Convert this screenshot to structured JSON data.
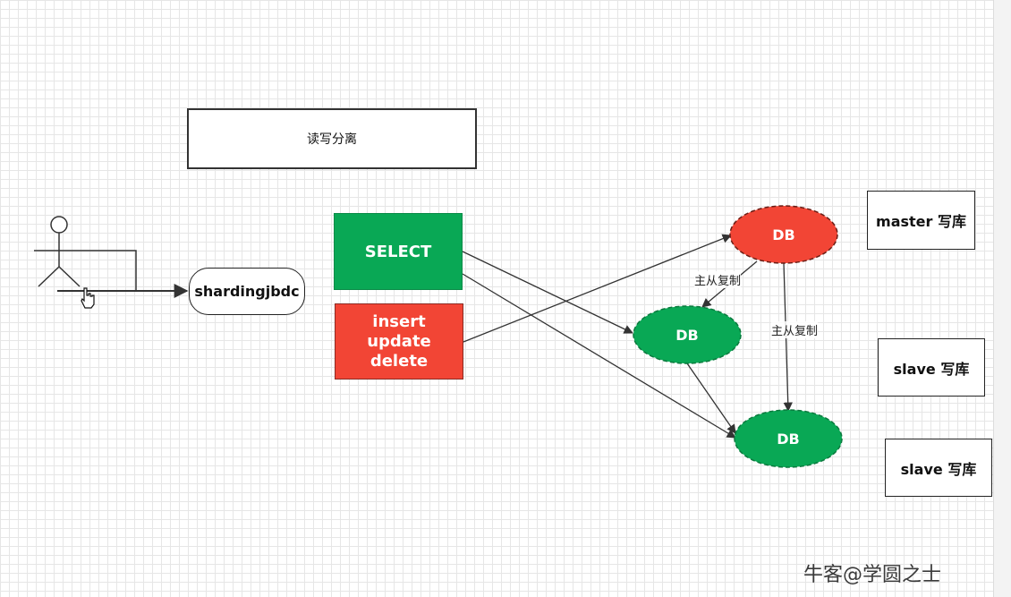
{
  "title": "读写分离",
  "client": "shardingjbdc",
  "select_label": "SELECT",
  "write_ops": [
    "insert",
    "update",
    "delete"
  ],
  "master_db": "DB",
  "slave_db_1": "DB",
  "slave_db_2": "DB",
  "master_label": "master 写库",
  "slave_label_1": "slave 写库",
  "slave_label_2": "slave 写库",
  "replication_label_1": "主从复制",
  "replication_label_2": "主从复制",
  "watermark": "牛客@学圆之士",
  "colors": {
    "select": "#09a855",
    "write": "#f24535",
    "master": "#f24535",
    "slave": "#09a855"
  }
}
